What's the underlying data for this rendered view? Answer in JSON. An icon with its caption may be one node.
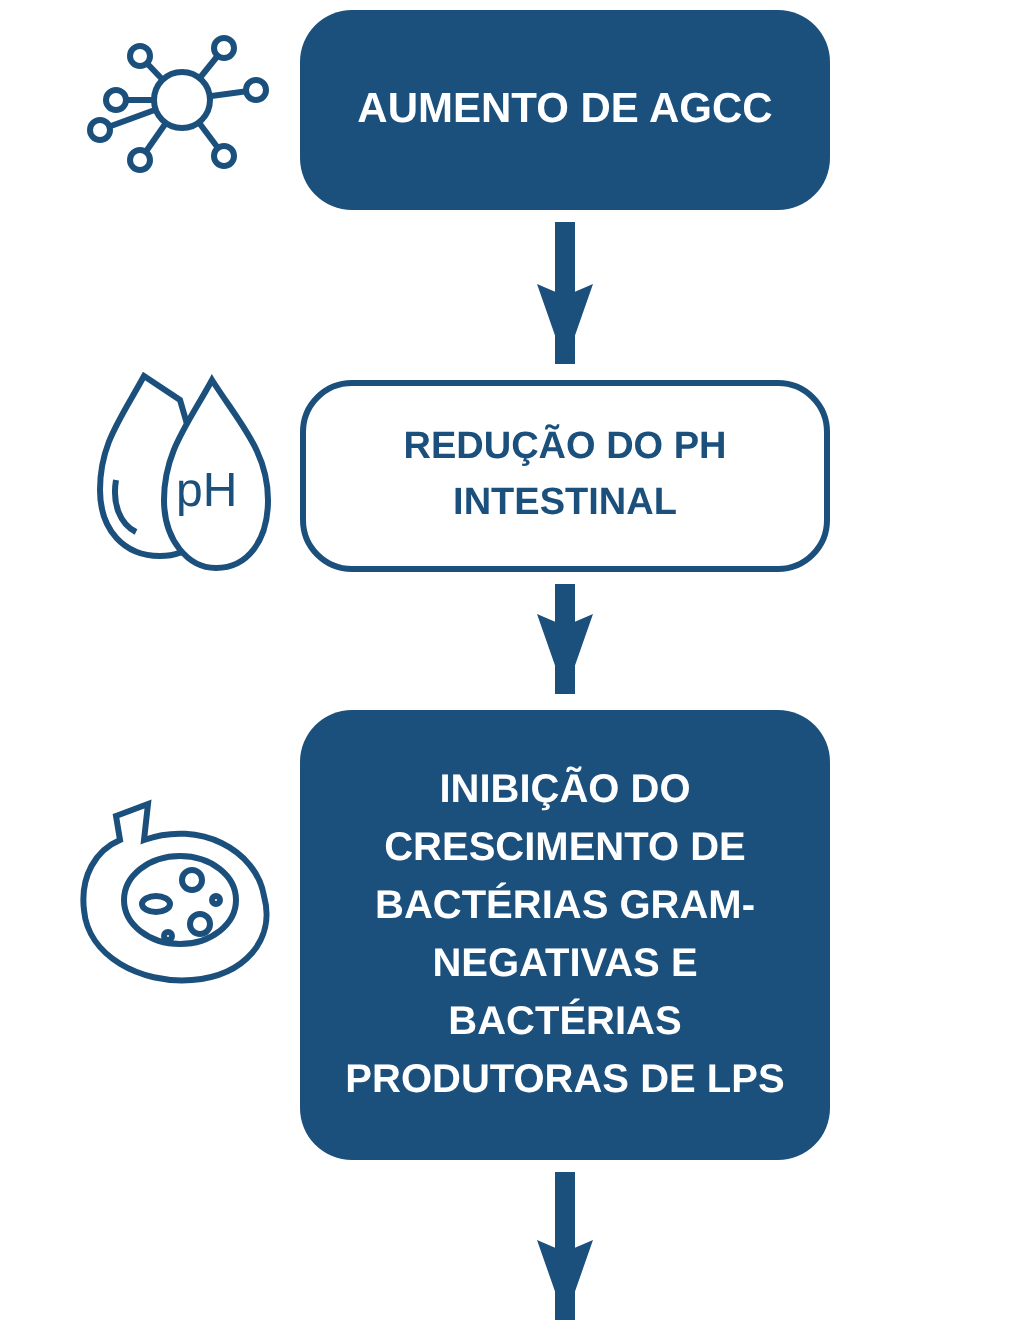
{
  "diagram": {
    "nodes": [
      {
        "text": [
          "AUMENTO DE AGCC"
        ]
      },
      {
        "text": [
          "REDUÇÃO DO PH INTESTINAL"
        ]
      },
      {
        "text": [
          "INIBIÇÃO DO CRESCIMENTO DE BACTÉRIAS GRAM-NEGATIVAS E BACTÉRIAS PRODUTORAS DE LPS"
        ]
      }
    ],
    "edges": [
      {
        "from": 0,
        "to": 1,
        "arrow": "to"
      },
      {
        "from": 1,
        "to": 2,
        "arrow": "to"
      },
      {
        "from": 2,
        "to": null,
        "arrow": "to"
      }
    ],
    "labels": [
      "pH"
    ]
  }
}
